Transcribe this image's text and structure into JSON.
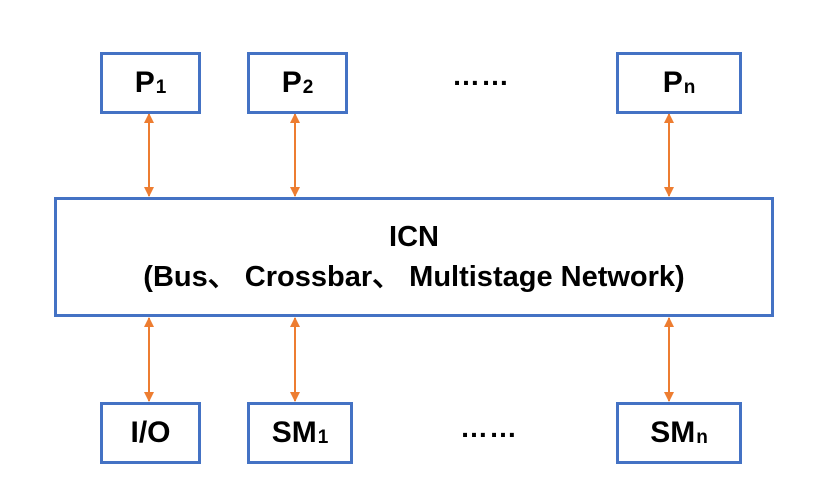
{
  "top_row": {
    "p1": {
      "main": "P",
      "sub": "1"
    },
    "p2": {
      "main": "P",
      "sub": "2"
    },
    "ellipsis": "……",
    "pn": {
      "main": "P",
      "sub": "n"
    }
  },
  "icn": {
    "title": "ICN",
    "subtitle": "(Bus、 Crossbar、 Multistage Network)"
  },
  "bottom_row": {
    "io": {
      "main": "I/O"
    },
    "sm1": {
      "main": "SM",
      "sub": "1"
    },
    "ellipsis": "……",
    "smn": {
      "main": "SM",
      "sub": "n"
    }
  },
  "colors": {
    "box_border": "#4472c4",
    "arrow": "#ed7d31"
  }
}
